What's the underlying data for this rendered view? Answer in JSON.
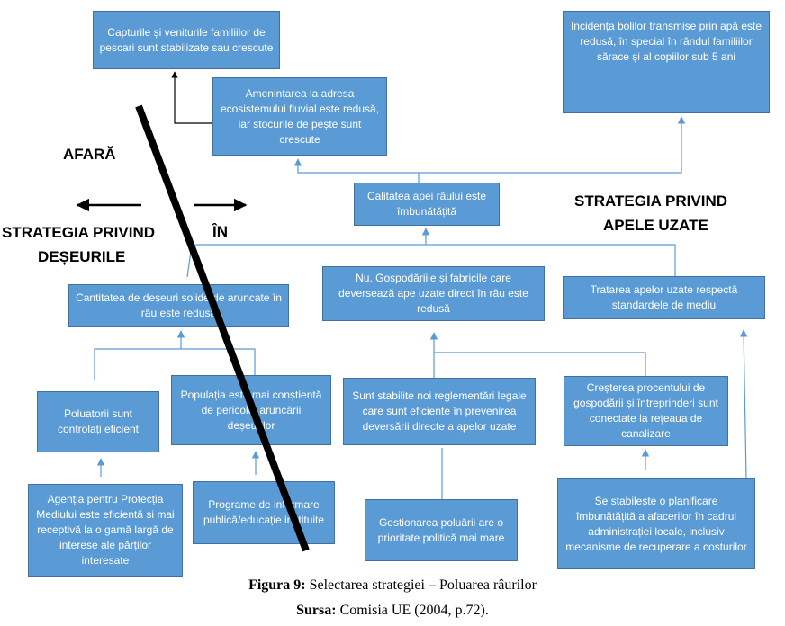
{
  "boxes": {
    "income": "Capturile și veniturile familiilor de pescari sunt stabilizate sau crescute",
    "threat": "Amenințarea la adresa ecosistemului fluvial este redusă, iar stocurile de pește sunt crescute",
    "disease": "Incidența bolilor transmise prin apă este redusă, în special în rândul familiilor sărace și al copiilor sub 5 ani",
    "water_quality": "Calitatea apei râului este îmbunătățită",
    "waste_amount": "Cantitatea de deșeuri solide de aruncate în râu este redusă",
    "discharge": "Nu. Gospodăriile și fabricile care deversează ape uzate direct în râu este redusă",
    "treatment": "Tratarea apelor uzate respectă standardele de mediu",
    "polluters": "Poluatorii sunt controlați eficient",
    "awareness": "Populația este mai conștientă de pericolul aruncării deșeurilor",
    "regulations": "Sunt stabilite noi reglementări legale care sunt eficiente în prevenirea deversării directe a apelor uzate",
    "sewer": "Creșterea procentului de gospodării și întreprinderi sunt conectate la rețeaua de canalizare",
    "agency": "Agenția pentru Protecția Mediului este eficientă și mai receptivă la o gamă largă de interese ale părților interesate",
    "programs": "Programe de informare publică/educație instituite",
    "priority": "Gestionarea poluării are o prioritate politică mai mare",
    "planning": "Se stabilește o planificare îmbunătățită a afacerilor în cadrul administrației locale, inclusiv mecanisme de recuperare a costurilor"
  },
  "labels": {
    "outside": "AFARĂ",
    "inside": "ÎN",
    "waste_strategy_1": "STRATEGIA PRIVIND",
    "waste_strategy_2": "DEȘEURILE",
    "water_strategy_1": "STRATEGIA PRIVIND",
    "water_strategy_2": "APELE UZATE"
  },
  "caption": {
    "figure_label": "Figura 9:",
    "figure_text": " Selectarea strategiei – Poluarea râurilor",
    "source_label": "Sursa:",
    "source_text": " Comisia UE (2004, p.72)."
  },
  "colors": {
    "box_fill": "#5b9bd5",
    "box_border": "#41719c",
    "connector": "#5b9bd5",
    "divider": "#000000"
  }
}
